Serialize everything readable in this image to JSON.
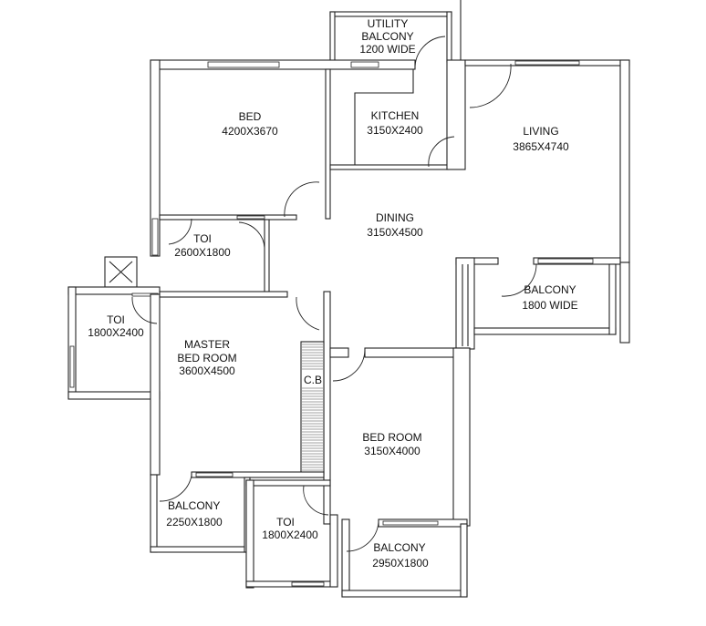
{
  "plan": {
    "rooms": [
      {
        "name": "UTILITY",
        "name2": "BALCONY",
        "size": "1200 WIDE"
      },
      {
        "name": "BED",
        "size": "4200X3670"
      },
      {
        "name": "KITCHEN",
        "size": "3150X2400"
      },
      {
        "name": "LIVING",
        "size": "3865X4740"
      },
      {
        "name": "DINING",
        "size": "3150X4500"
      },
      {
        "name": "TOI",
        "size": "2600X1800"
      },
      {
        "name": "BALCONY",
        "size": "1800 WIDE"
      },
      {
        "name": "TOI",
        "size": "1800X2400"
      },
      {
        "name": "MASTER",
        "name2": "BED ROOM",
        "size": "3600X4500"
      },
      {
        "name": "C.B"
      },
      {
        "name": "BED ROOM",
        "size": "3150X4000"
      },
      {
        "name": "BALCONY",
        "size": "2250X1800"
      },
      {
        "name": "TOI",
        "size": "1800X2400"
      },
      {
        "name": "BALCONY",
        "size": "2950X1800"
      }
    ]
  }
}
